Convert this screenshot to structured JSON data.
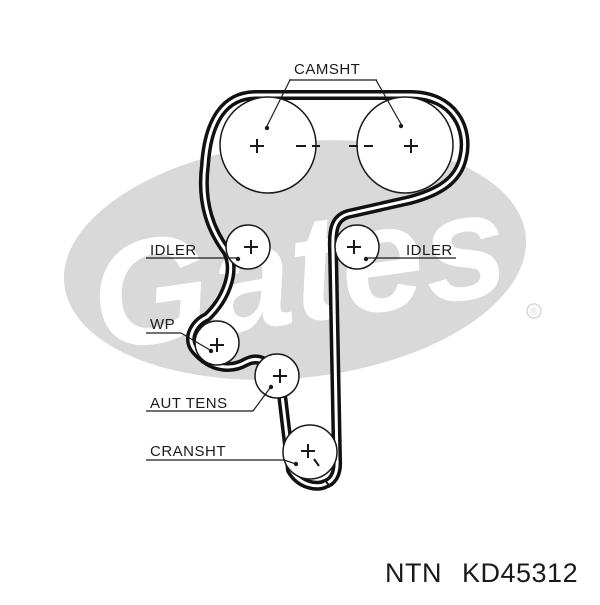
{
  "watermark": {
    "brand_text": "Gates",
    "registered_mark": "®",
    "color": "#d9d9d9"
  },
  "diagram": {
    "belt_color": "#111111",
    "pulley_color": "#1a1a1a",
    "labels": {
      "camshaft": "CAMSHT",
      "idler_left": "IDLER",
      "idler_right": "IDLER",
      "water_pump": "WP",
      "auto_tensioner": "AUT TENS",
      "crankshaft": "CRANSHT"
    }
  },
  "part_number": {
    "brand": "NTN",
    "code": "KD45312"
  }
}
